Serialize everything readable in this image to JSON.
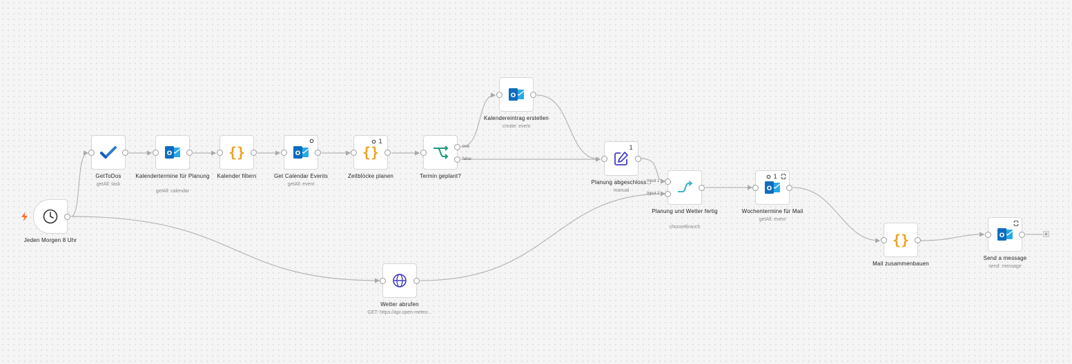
{
  "nodes": {
    "trigger": {
      "label": "Jeden Morgen 8 Uhr",
      "subtitle": ""
    },
    "gettodos": {
      "label": "GetToDos",
      "subtitle": "getAll: task"
    },
    "kalendertermine": {
      "label": "Kalendertermine für Planung",
      "subtitle": "getAll: calendar"
    },
    "kalenderfiltern": {
      "label": "Kalender filtern",
      "subtitle": ""
    },
    "getcalendar": {
      "label": "Get Calendar Events",
      "subtitle": "getAll: event"
    },
    "zeitbloecke": {
      "label": "Zeitblöcke planen",
      "subtitle": "",
      "badge": "1"
    },
    "termingeplant": {
      "label": "Termin geplant?",
      "subtitle": "",
      "output_true": "true",
      "output_false": "false"
    },
    "kalendereintrag": {
      "label": "Kalendereintrag erstellen",
      "subtitle": "create: event"
    },
    "planungabgeschlossen": {
      "label": "Planung abgeschloss...",
      "subtitle": "manual",
      "badge": "1"
    },
    "planungwetter": {
      "label": "Planung und Wetter fertig",
      "subtitle": "chooseBranch",
      "input1": "Input 1",
      "input2": "Input 2"
    },
    "wochentermine": {
      "label": "Wochentermine für Mail",
      "subtitle": "getAll: event",
      "badge": "1"
    },
    "mailzusammen": {
      "label": "Mail zusammenbauen",
      "subtitle": ""
    },
    "sendmessage": {
      "label": "Send a message",
      "subtitle": "send: message"
    },
    "wetter": {
      "label": "Wetter abrufen",
      "subtitle": "GET: https://api.open-meteo..."
    }
  },
  "icons": {
    "trigger": "clock-icon",
    "gettodos": "todo-check-icon",
    "outlook": "outlook-icon",
    "code": "braces-icon",
    "if": "branch-icon",
    "manual": "edit-icon",
    "merge": "merge-icon",
    "http": "globe-icon"
  },
  "colors": {
    "outlook": "#0f6cbd",
    "braces": "#f0a020",
    "branch": "#1a9c7a",
    "edit": "#3f3fbf",
    "merge": "#3bb3c7",
    "trigger_bolt": "#ff6d2d"
  },
  "add_button": "+"
}
